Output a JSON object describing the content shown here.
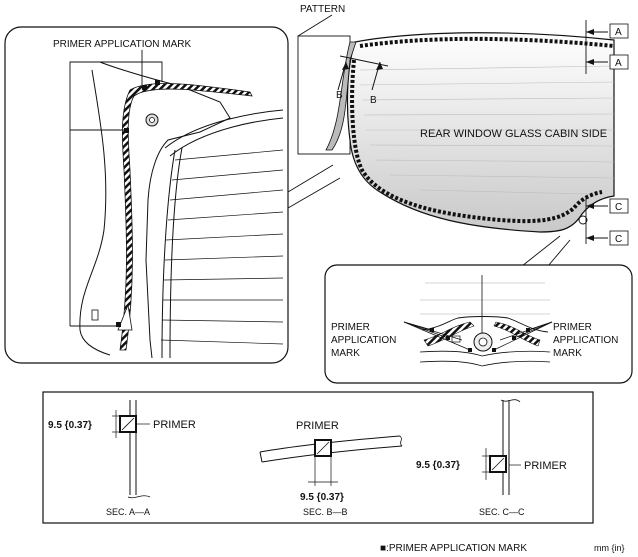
{
  "labels": {
    "pattern": "PATTERN",
    "primer_mark_top": "PRIMER APPLICATION MARK",
    "cabin_side": "REAR WINDOW GLASS CABIN SIDE",
    "section_a": "A",
    "section_b": "B",
    "section_c": "C",
    "primer_app_left_1": "PRIMER",
    "primer_app_left_2": "APPLICATION",
    "primer_app_left_3": "MARK",
    "primer_app_right_1": "PRIMER",
    "primer_app_right_2": "APPLICATION",
    "primer_app_right_3": "MARK"
  },
  "sections": {
    "aa": {
      "dim": "9.5 {0.37}",
      "primer": "PRIMER",
      "caption": "SEC. A—A"
    },
    "bb": {
      "dim": "9.5 {0.37}",
      "primer": "PRIMER",
      "caption": "SEC. B—B"
    },
    "cc": {
      "dim": "9.5 {0.37}",
      "primer": "PRIMER",
      "caption": "SEC. C—C"
    }
  },
  "legend": {
    "text": "■:PRIMER APPLICATION MARK",
    "units": "mm {in}"
  }
}
